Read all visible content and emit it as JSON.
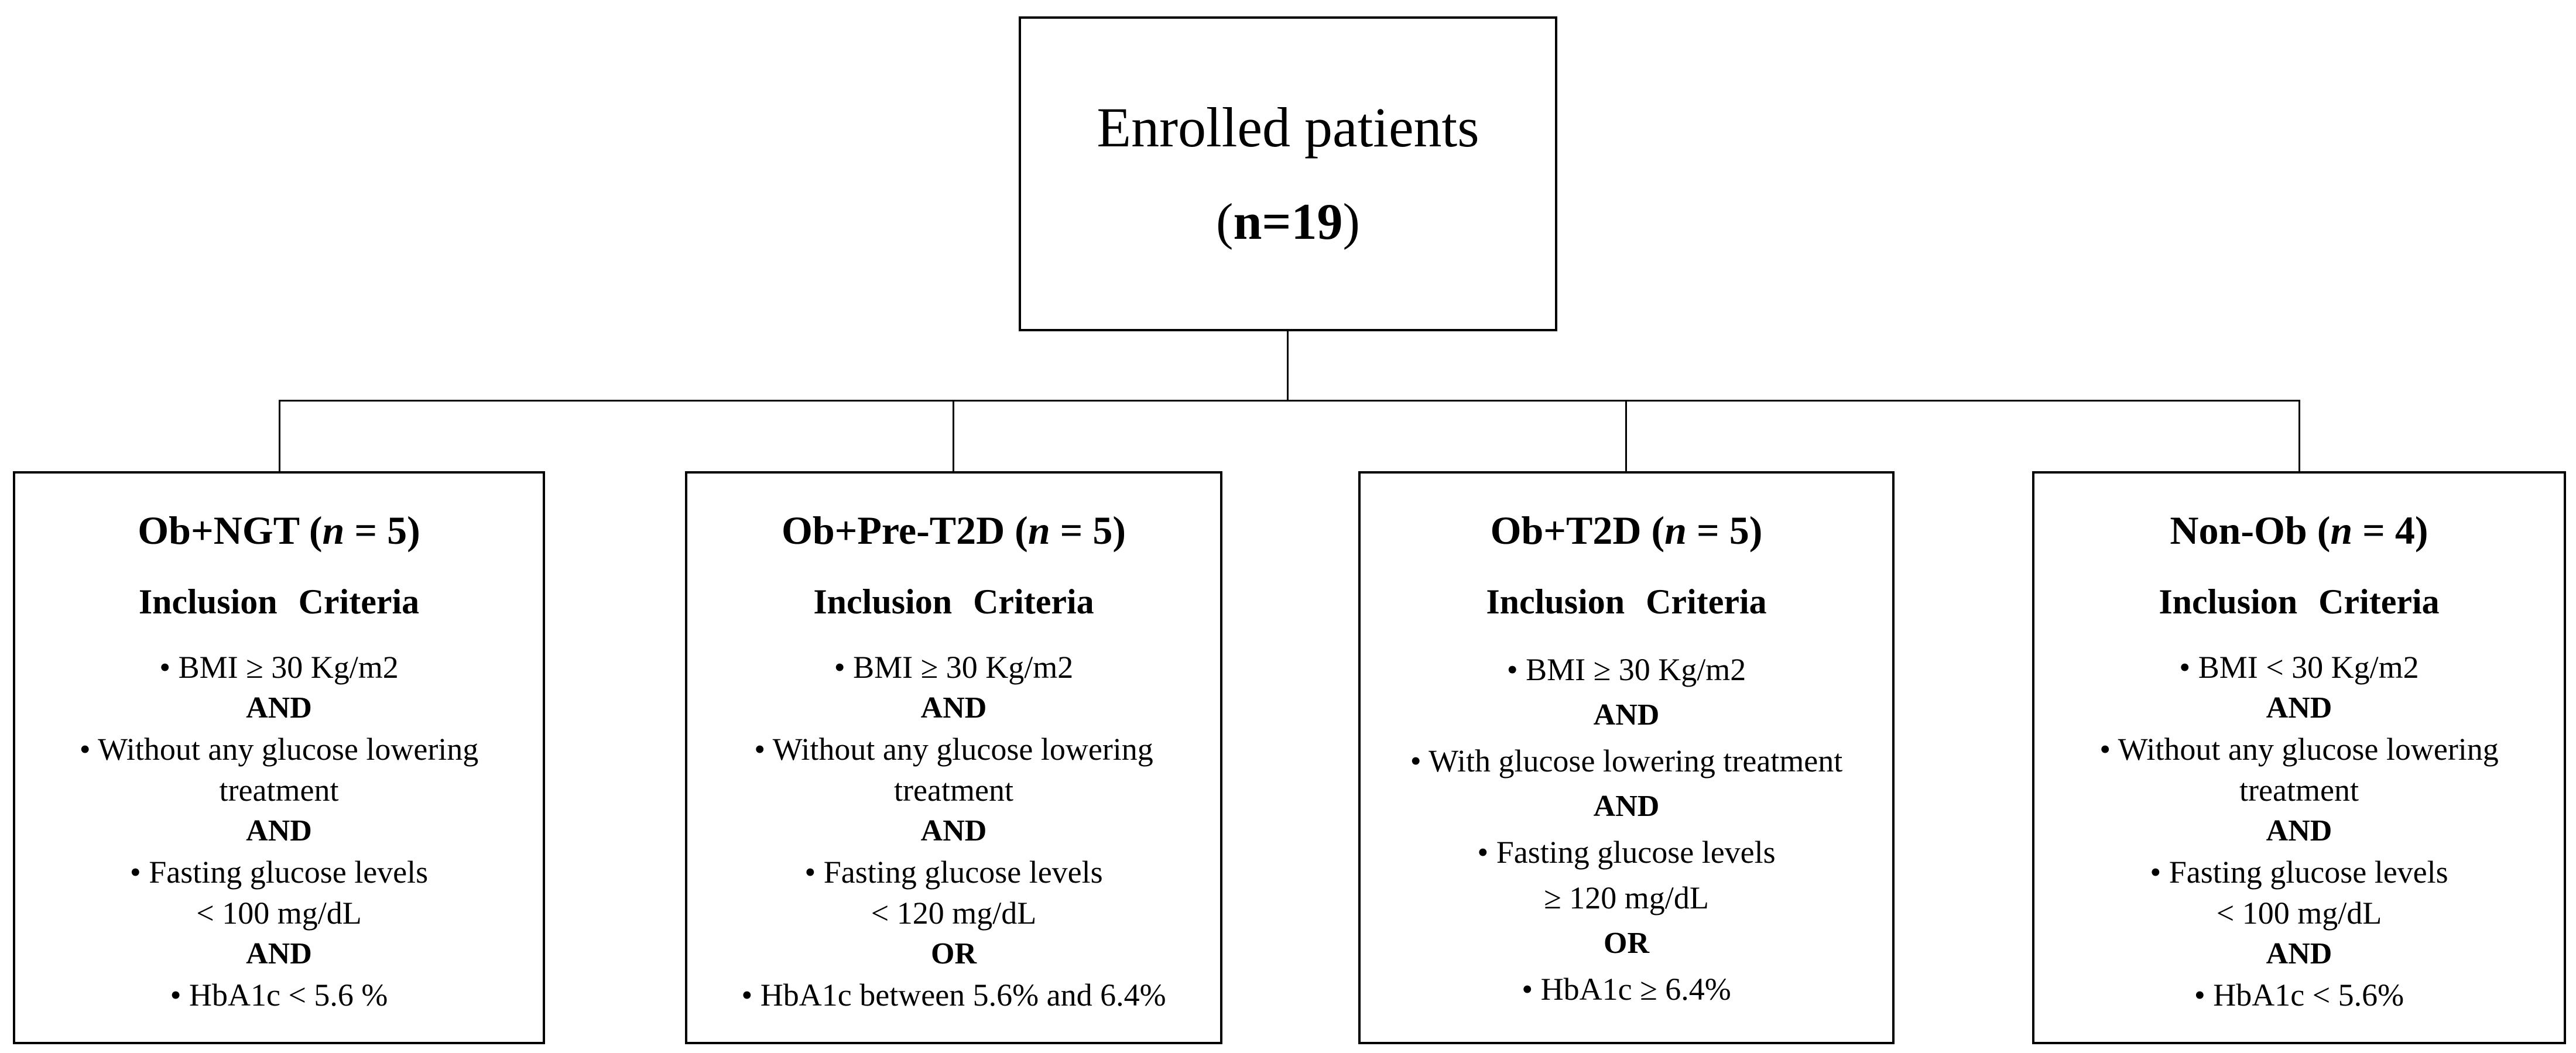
{
  "style": {
    "background": "#ffffff",
    "line_color": "#000000",
    "text_color": "#000000"
  },
  "top_box": {
    "title": "Enrolled patients",
    "n_open": "(",
    "n_value": "n=19",
    "n_close": ")"
  },
  "groups": [
    {
      "id": "ob-ngt",
      "title_pre": "Ob+NGT (",
      "title_n": "n",
      "title_post": " = 5)",
      "heading": "Inclusion Criteria",
      "lines": [
        "• BMI ≥ 30 Kg/m2",
        "AND",
        "• Without any glucose lowering",
        "treatment",
        "AND",
        "• Fasting glucose levels",
        "< 100 mg/dL",
        "AND",
        "• HbA1c < 5.6 %"
      ]
    },
    {
      "id": "ob-pre-t2d",
      "title_pre": "Ob+Pre-T2D (",
      "title_n": "n",
      "title_post": " = 5)",
      "heading": "Inclusion Criteria",
      "lines": [
        "• BMI ≥ 30 Kg/m2",
        "AND",
        "• Without any glucose lowering",
        "treatment",
        "AND",
        "• Fasting glucose levels",
        "< 120 mg/dL",
        "OR",
        "• HbA1c between 5.6% and 6.4%"
      ]
    },
    {
      "id": "ob-t2d",
      "title_pre": "Ob+T2D (",
      "title_n": "n",
      "title_post": " = 5)",
      "heading": "Inclusion Criteria",
      "lines": [
        "• BMI ≥ 30 Kg/m2",
        "AND",
        "• With glucose lowering treatment",
        "AND",
        "• Fasting glucose levels",
        "≥ 120 mg/dL",
        "OR",
        "• HbA1c ≥ 6.4%"
      ]
    },
    {
      "id": "non-ob",
      "title_pre": "Non-Ob (",
      "title_n": "n",
      "title_post": " = 4)",
      "heading": "Inclusion Criteria",
      "lines": [
        "• BMI < 30 Kg/m2",
        "AND",
        "• Without any glucose lowering",
        "treatment",
        "AND",
        "• Fasting glucose levels",
        "< 100 mg/dL",
        "AND",
        "• HbA1c < 5.6%"
      ]
    }
  ]
}
